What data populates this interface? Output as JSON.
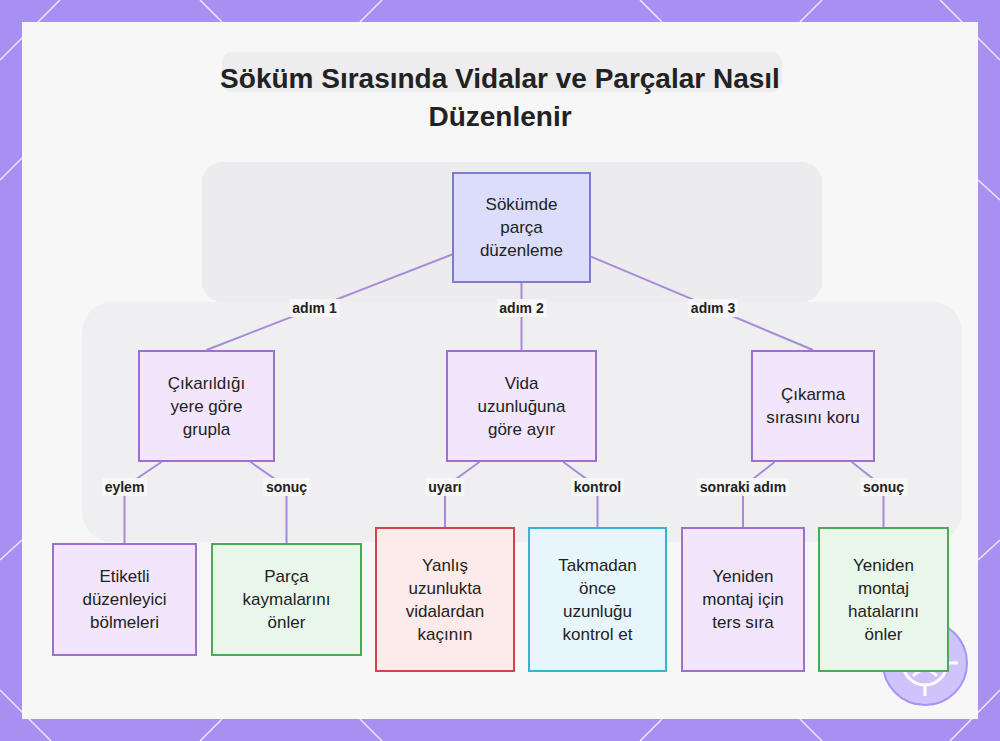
{
  "diagram": {
    "title": "Söküm Sırasında Vidalar ve Parçalar Nasıl Düzenlenir",
    "nodes": [
      {
        "text": [
          "Sökümde parça düzenleme"
        ]
      },
      {
        "text": [
          "Çıkarıldığı yere göre grupla"
        ]
      },
      {
        "text": [
          "Vida uzunluğuna göre ayır"
        ]
      },
      {
        "text": [
          "Çıkarma sırasını koru"
        ]
      },
      {
        "text": [
          "Etiketli düzenleyici bölmeleri"
        ]
      },
      {
        "text": [
          "Parça kaymalarını önler"
        ]
      },
      {
        "text": [
          "Yanlış uzunlukta vidalardan kaçının"
        ]
      },
      {
        "text": [
          "Takmadan önce uzunluğu kontrol et"
        ]
      },
      {
        "text": [
          "Yeniden montaj için ters sıra"
        ]
      },
      {
        "text": [
          "Yeniden montaj hatalarını önler"
        ]
      }
    ],
    "edges": [
      {
        "from": 0,
        "to": 1,
        "label": "adım 1",
        "arrow": "none"
      },
      {
        "from": 0,
        "to": 2,
        "label": "adım 2",
        "arrow": "none"
      },
      {
        "from": 0,
        "to": 3,
        "label": "adım 3",
        "arrow": "none"
      },
      {
        "from": 1,
        "to": 4,
        "label": "eylem",
        "arrow": "none"
      },
      {
        "from": 1,
        "to": 5,
        "label": "sonuç",
        "arrow": "none"
      },
      {
        "from": 2,
        "to": 6,
        "label": "uyarı",
        "arrow": "none"
      },
      {
        "from": 2,
        "to": 7,
        "label": "kontrol",
        "arrow": "none"
      },
      {
        "from": 3,
        "to": 8,
        "label": "sonraki adım",
        "arrow": "none"
      },
      {
        "from": 3,
        "to": 9,
        "label": "sonuç",
        "arrow": "none"
      }
    ]
  }
}
